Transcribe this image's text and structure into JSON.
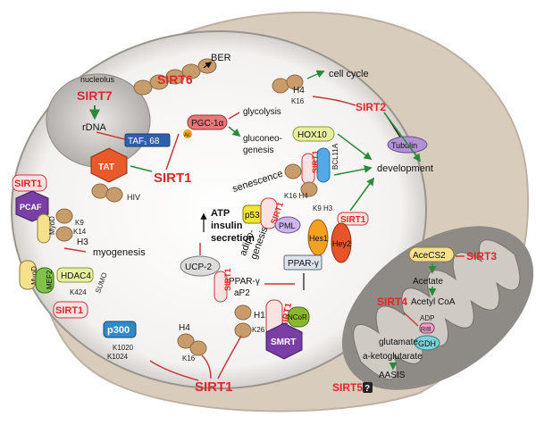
{
  "nucleus": {
    "nucleolus_label": "nucleolus",
    "sirt7": "SIRT7",
    "rdna": "rDNA",
    "taf": "TAF₁ 68",
    "tat": "TAT",
    "hiv": "HIV",
    "sirt1_center": "SIRT1",
    "sirt6": "SIRT6",
    "ber": "BER",
    "pgc": "PGC-1α",
    "glycolysis": "glycolysis",
    "gluconeo1": "gluconeo-",
    "gluconeo2": "genesis",
    "h4_top": "H4",
    "k16_top": "K16",
    "cell_cycle": "cell cycle",
    "sirt2": "SIRT2",
    "tubulin": "Tubulin",
    "hox10": "HOX10",
    "bcl11a": "BCL11A",
    "sirt1_bcl": "SIRT1",
    "k16h4": "K16 H4",
    "k9h3": "K9 H3",
    "development": "development",
    "senescence": "senescence",
    "p53": "p53",
    "sirt1_pml": "SIRT1",
    "pml": "PML",
    "hes1": "Hes1",
    "hey2": "Hey2",
    "sirt1_hes": "SIRT1",
    "atp": "ATP",
    "insulin": "insulin",
    "secretion": "secretion",
    "ucp2": "UCP-2",
    "adipo1": "adipo-",
    "adipo2": "genesis",
    "ppar_box": "PPAR-γ",
    "ppar_ap2_1": "PPAR-γ",
    "ppar_ap2_2": "aP2",
    "sirt1_ppar": "SIRT1",
    "h1": "H1",
    "k26": "K26",
    "sirt1_ncor": "SIRT1",
    "ncor": "NCoR",
    "smrt": "SMRT",
    "sirt1_bottom": "SIRT1",
    "h4_bottom": "H4",
    "k16_bottom": "K16",
    "p300": "p300",
    "k1020": "K1020",
    "k1024": "K1024",
    "sirt1_left": "SIRT1",
    "pcaf": "PCAF",
    "myod_up": "MyoD",
    "k9": "K9",
    "k14": "K14",
    "h3": "H3",
    "myogenesis": "myogenesis",
    "myod": "MyoD",
    "mef2": "MEF2",
    "hdac4": "HDAC4",
    "k424": "K424",
    "sumo": "SUMO",
    "sirt1_lower_left": "SIRT1"
  },
  "mito": {
    "acecs2": "AceCS2",
    "sirt3": "SIRT3",
    "acetate": "Acetate",
    "acetyl_coa": "Acetyl CoA",
    "sirt4": "SIRT4",
    "adp": "ADP",
    "rib": "RIB",
    "gdh": "GDH",
    "glutamate": "glutamate",
    "aketo": "a-ketoglutarate",
    "aasis": "AASIS",
    "sirt5": "SIRT5",
    "q": "?"
  },
  "ac_label": "Ac",
  "colors": {
    "cell": "#d8ccbd",
    "nucleus": "#ffffff",
    "mito_outer": "#8e8a86",
    "mito_inner": "#cfcac4",
    "sirt_red": "#e0262b",
    "ac_orange": "#f4a020",
    "arrow_green": "#2a8a3a",
    "inhibit_red": "#c43a3a"
  }
}
